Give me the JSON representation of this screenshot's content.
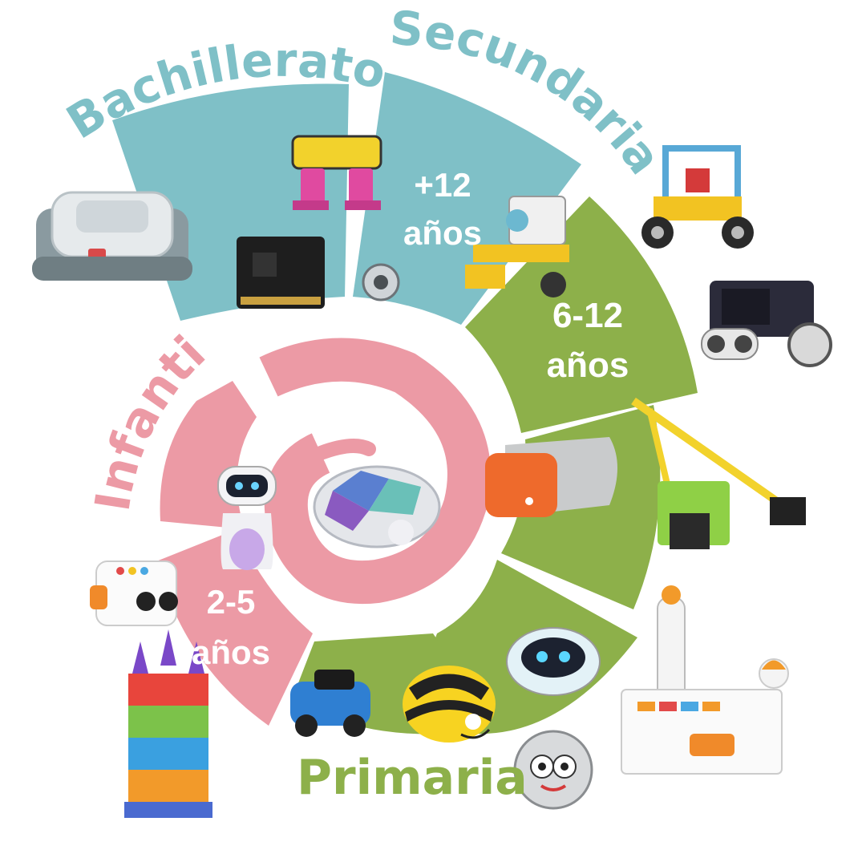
{
  "colors": {
    "infantil": "#EC9AA5",
    "primaria": "#8DB04A",
    "secundaria": "#7FC0C7",
    "background": "#FFFFFF",
    "age_text": "#FFFFFF"
  },
  "stages": {
    "bachillerato": {
      "label": "Bachillerato"
    },
    "secundaria": {
      "label": "Secundaria",
      "age_line1": "+12",
      "age_line2": "años"
    },
    "primaria": {
      "label": "Primaria",
      "age_line1": "6-12",
      "age_line2": "años"
    },
    "infantil": {
      "label": "Infantil",
      "age_line1": "2-5",
      "age_line2": "años"
    }
  },
  "icons": [
    "rover-robot-icon",
    "spike-robot-icon",
    "microbit-board-icon",
    "sphere-robot-icon",
    "lego-crawler-robot-icon",
    "lego-car-robot-icon",
    "microbit-car-robot-icon",
    "lego-arm-robot-icon",
    "vr-headset-icon",
    "turtle-robot-icon",
    "humanoid-robot-icon",
    "cube-robot-icon",
    "block-castle-icon",
    "blue-car-robot-icon",
    "bee-bot-icon",
    "dome-robot-icon",
    "ladybug-robot-icon",
    "coding-kit-icon"
  ]
}
